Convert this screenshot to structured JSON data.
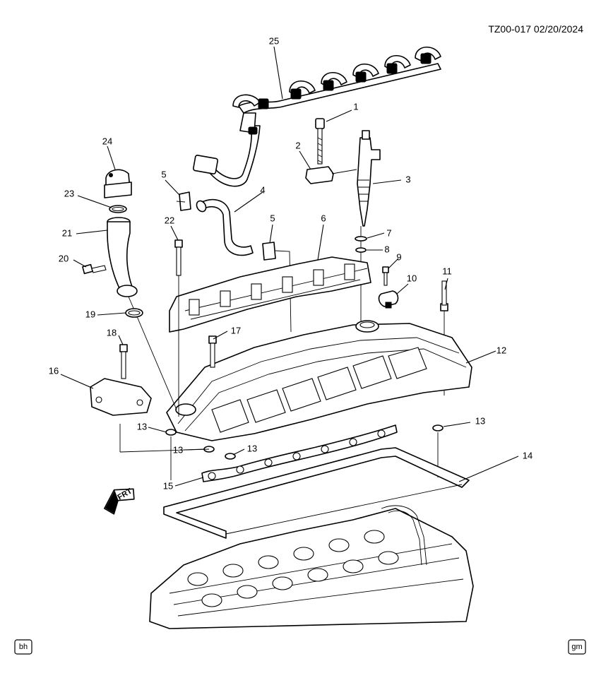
{
  "header": {
    "diagram_code": "TZ00-017",
    "date": "02/20/2024"
  },
  "direction_arrow": {
    "label": "FRT"
  },
  "badges": {
    "bottom_left": "bh",
    "bottom_right": "gm"
  },
  "callouts": [
    {
      "id": "c1",
      "label": "1"
    },
    {
      "id": "c2",
      "label": "2"
    },
    {
      "id": "c3",
      "label": "3"
    },
    {
      "id": "c4",
      "label": "4"
    },
    {
      "id": "c5a",
      "label": "5"
    },
    {
      "id": "c5b",
      "label": "5"
    },
    {
      "id": "c6",
      "label": "6"
    },
    {
      "id": "c7",
      "label": "7"
    },
    {
      "id": "c8",
      "label": "8"
    },
    {
      "id": "c9",
      "label": "9"
    },
    {
      "id": "c10",
      "label": "10"
    },
    {
      "id": "c11",
      "label": "11"
    },
    {
      "id": "c12",
      "label": "12"
    },
    {
      "id": "c13a",
      "label": "13"
    },
    {
      "id": "c13b",
      "label": "13"
    },
    {
      "id": "c13c",
      "label": "13"
    },
    {
      "id": "c13d",
      "label": "13"
    },
    {
      "id": "c14",
      "label": "14"
    },
    {
      "id": "c15",
      "label": "15"
    },
    {
      "id": "c16",
      "label": "16"
    },
    {
      "id": "c17",
      "label": "17"
    },
    {
      "id": "c18",
      "label": "18"
    },
    {
      "id": "c19",
      "label": "19"
    },
    {
      "id": "c20",
      "label": "20"
    },
    {
      "id": "c21",
      "label": "21"
    },
    {
      "id": "c22",
      "label": "22"
    },
    {
      "id": "c23",
      "label": "23"
    },
    {
      "id": "c24",
      "label": "24"
    },
    {
      "id": "c25",
      "label": "25"
    }
  ]
}
